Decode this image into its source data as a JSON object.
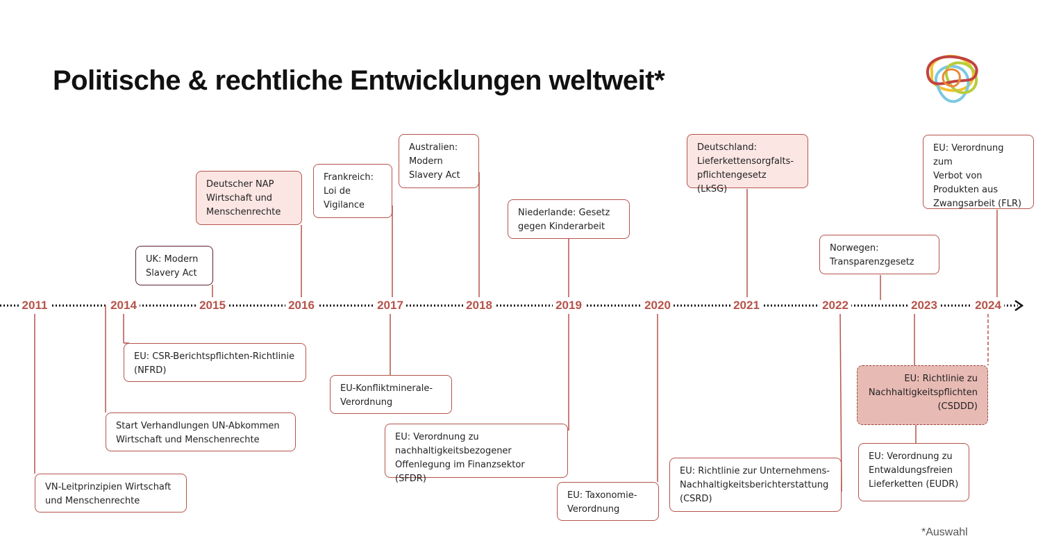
{
  "title": "Politische & rechtliche Entwicklungen weltweit*",
  "footnote": "*Auswahl",
  "colors": {
    "accent": "#b5534a",
    "pink_fill": "#fbe6e3",
    "csddd_fill": "#e8bab4",
    "uk_border": "#5a1f30"
  },
  "years": [
    "2011",
    "2014",
    "2015",
    "2016",
    "2017",
    "2018",
    "2019",
    "2020",
    "2021",
    "2022",
    "2023",
    "2024"
  ],
  "events_above": [
    {
      "label": "UK: Modern\nSlavery Act",
      "year": "2015"
    },
    {
      "label": "Deutscher NAP\nWirtschaft und\nMenschenrechte",
      "year": "2016"
    },
    {
      "label": "Frankreich:\nLoi de\nVigilance",
      "year": "2017"
    },
    {
      "label": "Australien:\nModern\nSlavery Act",
      "year": "2018"
    },
    {
      "label": "Niederlande: Gesetz\ngegen Kinderarbeit",
      "year": "2019"
    },
    {
      "label": "Deutschland:\nLieferkettensorgfalts-\npflichtengesetz (LkSG)",
      "year": "2021"
    },
    {
      "label": "Norwegen:\nTransparenzgesetz",
      "year": "2023"
    },
    {
      "label": "EU: Verordnung zum\nVerbot von\nProdukten aus\nZwangsarbeit (FLR)",
      "year": "2024"
    }
  ],
  "events_below": [
    {
      "label": "VN-Leitprinzipien Wirtschaft\nund Menschenrechte",
      "year": "2011"
    },
    {
      "label": "Start Verhandlungen UN-Abkommen\nWirtschaft und Menschenrechte",
      "year": "2014"
    },
    {
      "label": "EU: CSR-Berichtspflichten-Richtlinie\n(NFRD)",
      "year": "2014"
    },
    {
      "label": "EU-Konfliktminerale-\nVerordnung",
      "year": "2017"
    },
    {
      "label": "EU: Verordnung zu\nnachhaltigkeitsbezogener\nOffenlegung im Finanzsektor (SFDR)",
      "year": "2019"
    },
    {
      "label": "EU: Taxonomie-\nVerordnung",
      "year": "2020"
    },
    {
      "label": "EU: Richtlinie zur Unternehmens-\nNachhaltigkeitsberichterstattung\n(CSRD)",
      "year": "2022"
    },
    {
      "label": "EU: Richtlinie zu\nNachhaltigkeitspflichten\n(CSDDD)",
      "year": "2024"
    },
    {
      "label": "EU: Verordnung zu\nEntwaldungsfreien\nLieferketten (EUDR)",
      "year": "2023"
    }
  ]
}
